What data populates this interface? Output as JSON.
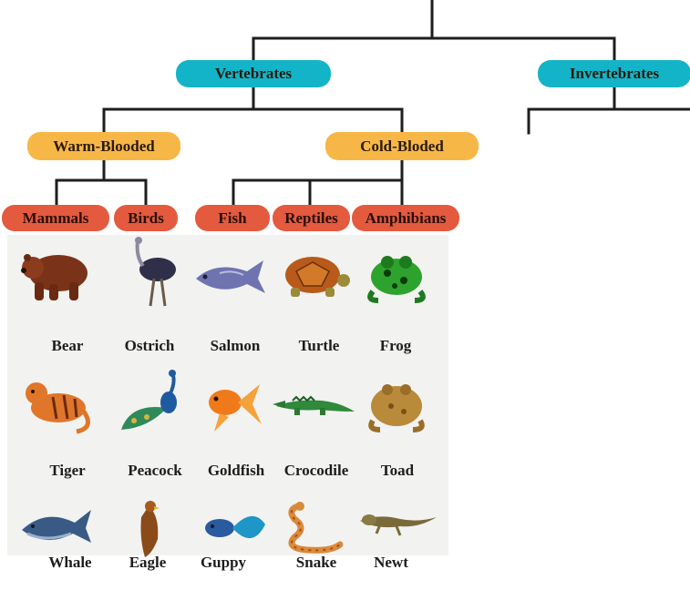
{
  "root": {
    "label": "",
    "children": [
      {
        "key": "vertebrates",
        "label": "Vertebrates",
        "color": "#14b4c8"
      },
      {
        "key": "invertebrates",
        "label": "Invertebrates",
        "color": "#14b4c8"
      }
    ]
  },
  "vertebrates": {
    "groups": [
      {
        "key": "warm",
        "label": "Warm-Blooded",
        "color": "#f7b747"
      },
      {
        "key": "cold",
        "label": "Cold-Bloded",
        "color": "#f7b747"
      }
    ]
  },
  "classes": [
    {
      "key": "mammals",
      "label": "Mammals",
      "color": "#e35a3e"
    },
    {
      "key": "birds",
      "label": "Birds",
      "color": "#e35a3e"
    },
    {
      "key": "fish",
      "label": "Fish",
      "color": "#e35a3e"
    },
    {
      "key": "reptiles",
      "label": "Reptiles",
      "color": "#e35a3e"
    },
    {
      "key": "amphibians",
      "label": "Amphibians",
      "color": "#e35a3e"
    }
  ],
  "animals": {
    "rows": [
      [
        "Bear",
        "Ostrich",
        "Salmon",
        "Turtle",
        "Frog"
      ],
      [
        "Tiger",
        "Peacock",
        "Goldfish",
        "Crocodile",
        "Toad"
      ],
      [
        "Whale",
        "Eagle",
        "Guppy",
        "Snake",
        "Newt"
      ]
    ],
    "icons": [
      [
        "bear-icon",
        "ostrich-icon",
        "salmon-icon",
        "turtle-icon",
        "frog-icon"
      ],
      [
        "tiger-icon",
        "peacock-icon",
        "goldfish-icon",
        "crocodile-icon",
        "toad-icon"
      ],
      [
        "whale-icon",
        "eagle-icon",
        "guppy-icon",
        "snake-icon",
        "newt-icon"
      ]
    ]
  }
}
